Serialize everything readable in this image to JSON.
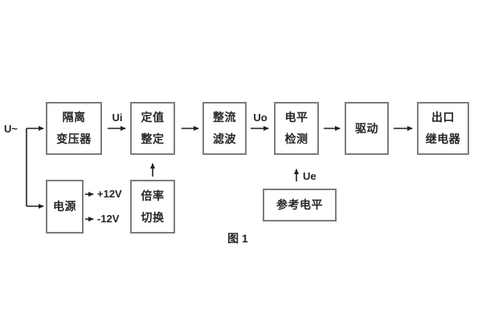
{
  "figure": {
    "caption": "图 1"
  },
  "colors": {
    "background": "#ffffff",
    "box_border": "#7d7d7d",
    "line": "#222222",
    "text": "#262626"
  },
  "blocks": {
    "isolation_transformer": {
      "line1": "隔离",
      "line2": "变压器"
    },
    "value_setting": {
      "line1": "定值",
      "line2": "整定"
    },
    "rectifier_filter": {
      "line1": "整流",
      "line2": "滤波"
    },
    "level_detection": {
      "line1": "电平",
      "line2": "检测"
    },
    "drive": {
      "line1": "驱动"
    },
    "output_relay": {
      "line1": "出口",
      "line2": "继电器"
    },
    "power_supply": {
      "line1": "电源"
    },
    "ratio_switch": {
      "line1": "倍率",
      "line2": "切换"
    },
    "reference_level": {
      "line1": "参考电平"
    }
  },
  "labels": {
    "input_voltage": "U~",
    "ui": "Ui",
    "uo": "Uo",
    "ue": "Ue",
    "rail_positive": "+12V",
    "rail_negative": "-12V"
  }
}
